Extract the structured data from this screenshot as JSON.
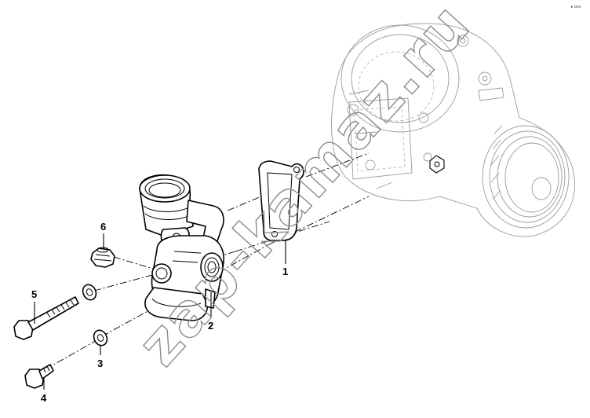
{
  "watermark": "zap-kamaz.ru",
  "corner_mark": "▸ ooo",
  "callouts": [
    {
      "id": "1",
      "label": "1",
      "part": "gasket"
    },
    {
      "id": "2",
      "label": "2",
      "part": "thermostat-housing"
    },
    {
      "id": "3",
      "label": "3",
      "part": "washer"
    },
    {
      "id": "4",
      "label": "4",
      "part": "short-bolt"
    },
    {
      "id": "5",
      "label": "5",
      "part": "long-bolt"
    },
    {
      "id": "6",
      "label": "6",
      "part": "plug"
    }
  ]
}
